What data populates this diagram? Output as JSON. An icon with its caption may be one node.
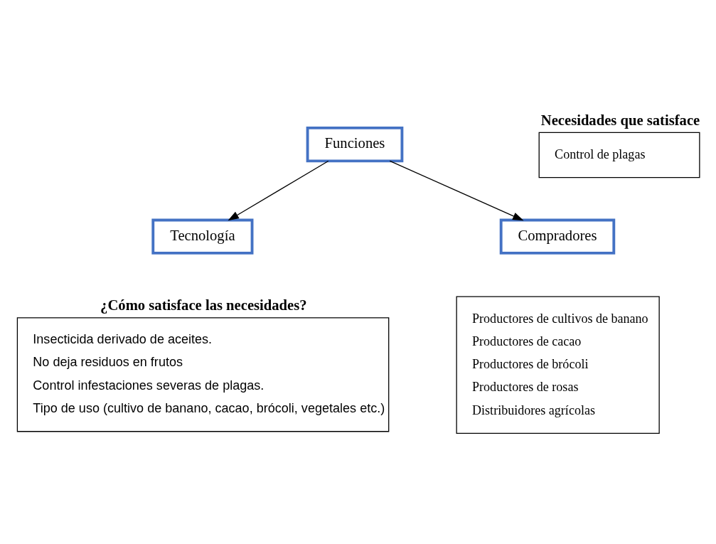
{
  "diagram": {
    "nodes": [
      {
        "text": [
          "Funciones"
        ]
      },
      {
        "text": [
          "Necesidades que satisface",
          "Control de plagas"
        ]
      },
      {
        "text": [
          "Compradores"
        ]
      },
      {
        "text": [
          "Productores de cultivos de banano",
          "Productores de cacao",
          "Productores de brócoli",
          "Productores de rosas",
          "Distribuidores agrícolas"
        ]
      },
      {
        "text": [
          "Tecnología"
        ]
      },
      {
        "text": [
          "¿Cómo satisface las necesidades?",
          "Insecticida derivado de aceites.",
          "No deja residuos en frutos",
          "Control infestaciones severas de plagas.",
          "Tipo de uso (cultivo de banano, cacao, brócoli, vegetales etc.)"
        ]
      }
    ],
    "edges": [
      {
        "from": 0,
        "to": 2,
        "arrow": "to"
      },
      {
        "from": 0,
        "to": 4,
        "arrow": "to"
      }
    ]
  }
}
